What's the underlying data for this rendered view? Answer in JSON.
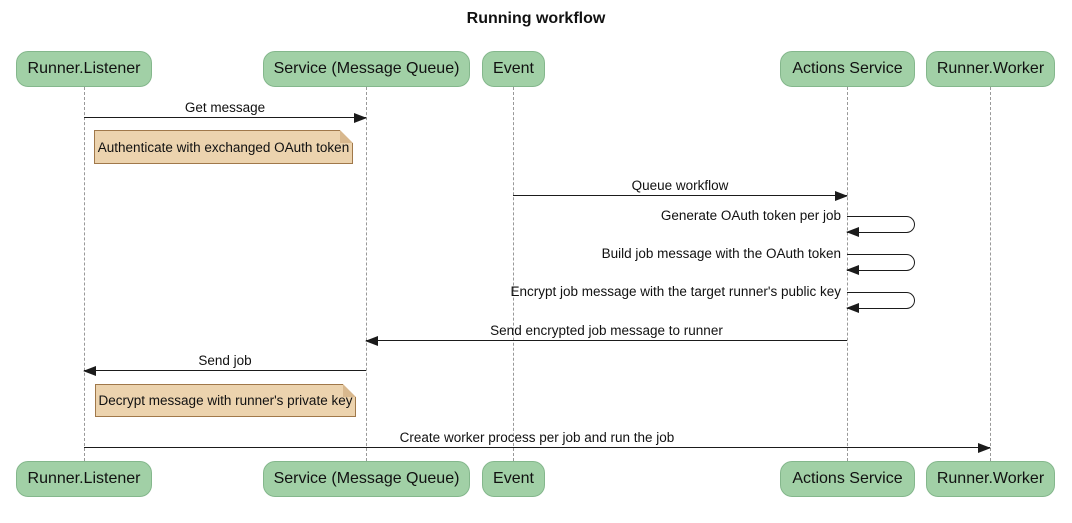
{
  "title": "Running workflow",
  "colors": {
    "actor_fill": "#A1D0A6",
    "actor_border": "#84B78C",
    "note_fill": "#ECD3AE",
    "note_border": "#A0784A",
    "lifeline": "#999999",
    "arrow": "#1b1b1b"
  },
  "actors": [
    {
      "label": "Runner.Listener"
    },
    {
      "label": "Service (Message Queue)"
    },
    {
      "label": "Event"
    },
    {
      "label": "Actions Service"
    },
    {
      "label": "Runner.Worker"
    }
  ],
  "messages": {
    "get_message": "Get message",
    "queue_workflow": "Queue workflow",
    "generate_token": "Generate OAuth token per job",
    "build_job_message": "Build job message with the OAuth token",
    "encrypt_job_message": "Encrypt job message with the target runner's public key",
    "send_encrypted": "Send encrypted job message to runner",
    "send_job": "Send job",
    "create_worker": "Create worker process per job and run the job"
  },
  "notes": {
    "authenticate": "Authenticate with exchanged OAuth token",
    "decrypt": "Decrypt message with runner's private key"
  }
}
